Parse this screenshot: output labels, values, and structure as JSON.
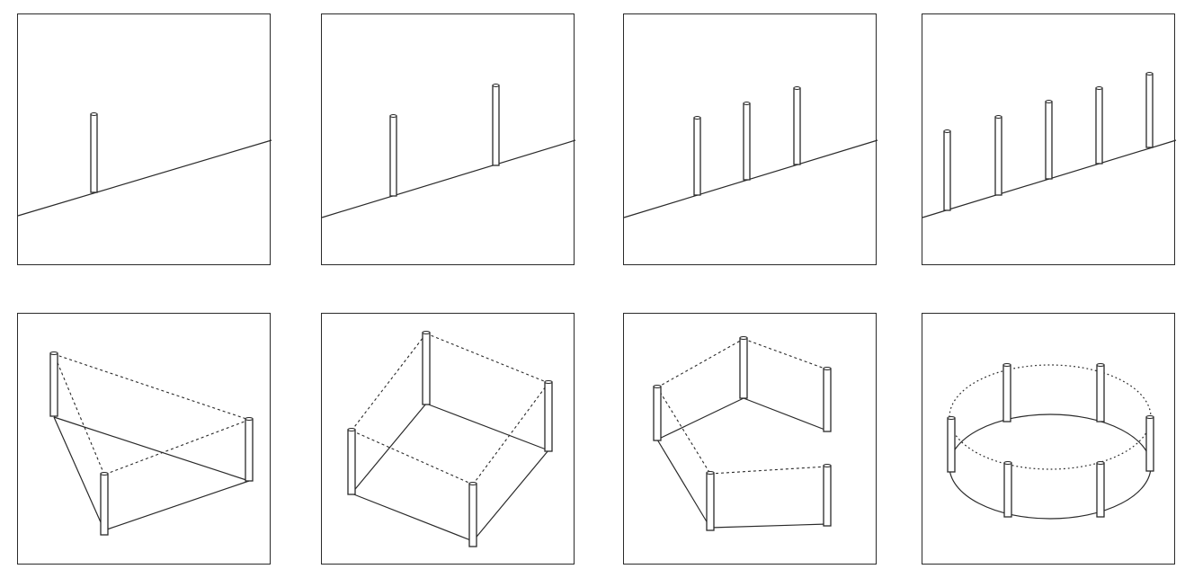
{
  "figure": {
    "ink_color": "#2a2a2a",
    "row_1": {
      "panels": [
        {
          "posts_on_line": 1
        },
        {
          "posts_on_line": 2
        },
        {
          "posts_on_line": 3
        },
        {
          "posts_on_line": 5
        }
      ]
    },
    "row_2": {
      "panels": [
        {
          "posts": 3,
          "enclosure": "triangle"
        },
        {
          "posts": 4,
          "enclosure": "rectangle"
        },
        {
          "posts": 5,
          "enclosure": "pentagon"
        },
        {
          "posts": 6,
          "enclosure": "ellipse"
        }
      ]
    }
  }
}
